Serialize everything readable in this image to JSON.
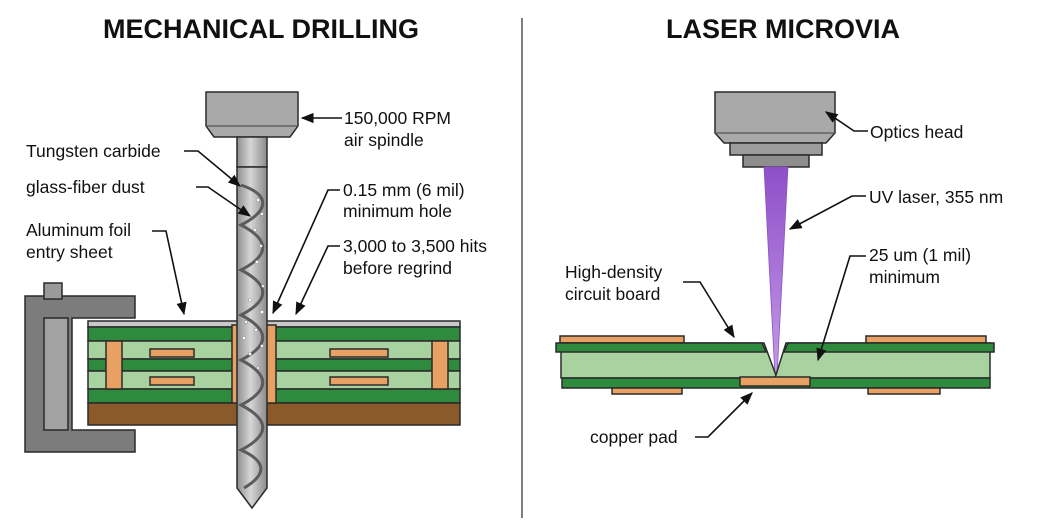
{
  "left_panel": {
    "title": "MECHANICAL DRILLING",
    "labels": {
      "spindle_line1": "150,000 RPM",
      "spindle_line2": "air spindle",
      "tungsten": "Tungsten carbide",
      "dust": "glass-fiber dust",
      "hole_line1": "0.15 mm (6 mil)",
      "hole_line2": "minimum hole",
      "foil_line1": "Aluminum foil",
      "foil_line2": "entry sheet",
      "hits_line1": "3,000 to 3,500 hits",
      "hits_line2": "before regrind"
    }
  },
  "right_panel": {
    "title": "LASER MICROVIA",
    "labels": {
      "optics": "Optics head",
      "laser": "UV laser, 355 nm",
      "board_line1": "High-density",
      "board_line2": "circuit board",
      "min_line1": "25 um (1 mil)",
      "min_line2": "minimum",
      "pad": "copper pad"
    }
  },
  "colors": {
    "board_green": "#2e8b3e",
    "dielectric": "#a8d3a0",
    "copper": "#e8a063",
    "backup_board": "#8b5a2b",
    "steel": "#b4b4b4",
    "laser": "#a66bd6"
  }
}
